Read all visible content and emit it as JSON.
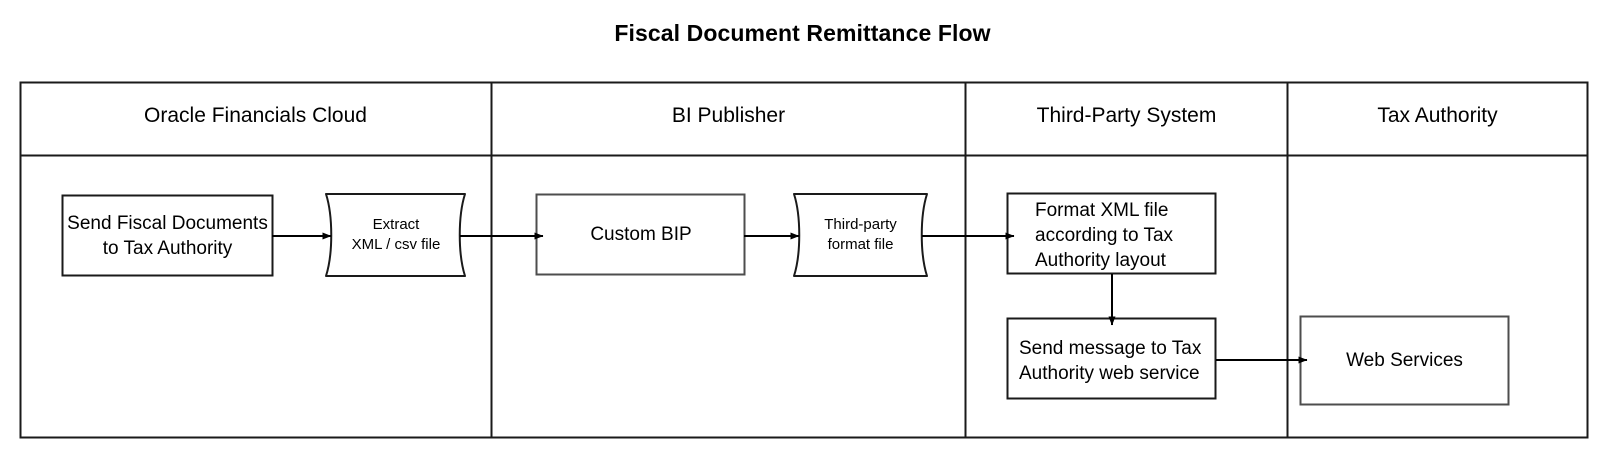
{
  "diagram": {
    "title": "Fiscal Document Remittance Flow",
    "type": "swimlane-flowchart",
    "lanes": [
      {
        "id": "oracle-financials-cloud",
        "label": "Oracle Financials Cloud"
      },
      {
        "id": "bi-publisher",
        "label": "BI Publisher"
      },
      {
        "id": "third-party-system",
        "label": "Third-Party System"
      },
      {
        "id": "tax-authority",
        "label": "Tax Authority"
      }
    ],
    "nodes": [
      {
        "id": "send-fiscal-documents",
        "lane": "oracle-financials-cloud",
        "shape": "rectangle",
        "label": "Send Fiscal Documents\nto Tax Authority"
      },
      {
        "id": "extract-xml-csv-file",
        "lane": "oracle-financials-cloud",
        "shape": "document",
        "label": "Extract\nXML / csv file"
      },
      {
        "id": "custom-bip",
        "lane": "bi-publisher",
        "shape": "rectangle",
        "label": "Custom BIP"
      },
      {
        "id": "third-party-format-file",
        "lane": "bi-publisher",
        "shape": "document",
        "label": "Third-party\nformat file"
      },
      {
        "id": "format-xml-file",
        "lane": "third-party-system",
        "shape": "rectangle",
        "label": "Format XML file\naccording to Tax\nAuthority layout"
      },
      {
        "id": "send-message-to-tax-authority",
        "lane": "third-party-system",
        "shape": "rectangle",
        "label": "Send message to Tax\nAuthority web service"
      },
      {
        "id": "web-services",
        "lane": "tax-authority",
        "shape": "rectangle",
        "label": "Web Services"
      }
    ],
    "edges": [
      {
        "from": "send-fiscal-documents",
        "to": "extract-xml-csv-file",
        "direction": "right"
      },
      {
        "from": "extract-xml-csv-file",
        "to": "custom-bip",
        "direction": "right"
      },
      {
        "from": "custom-bip",
        "to": "third-party-format-file",
        "direction": "right"
      },
      {
        "from": "third-party-format-file",
        "to": "format-xml-file",
        "direction": "right"
      },
      {
        "from": "format-xml-file",
        "to": "send-message-to-tax-authority",
        "direction": "down"
      },
      {
        "from": "send-message-to-tax-authority",
        "to": "web-services",
        "direction": "right"
      }
    ],
    "colors": {
      "stroke": "#000000",
      "node_fill": "#ffffff",
      "background": "#ffffff",
      "text": "#000000"
    }
  }
}
